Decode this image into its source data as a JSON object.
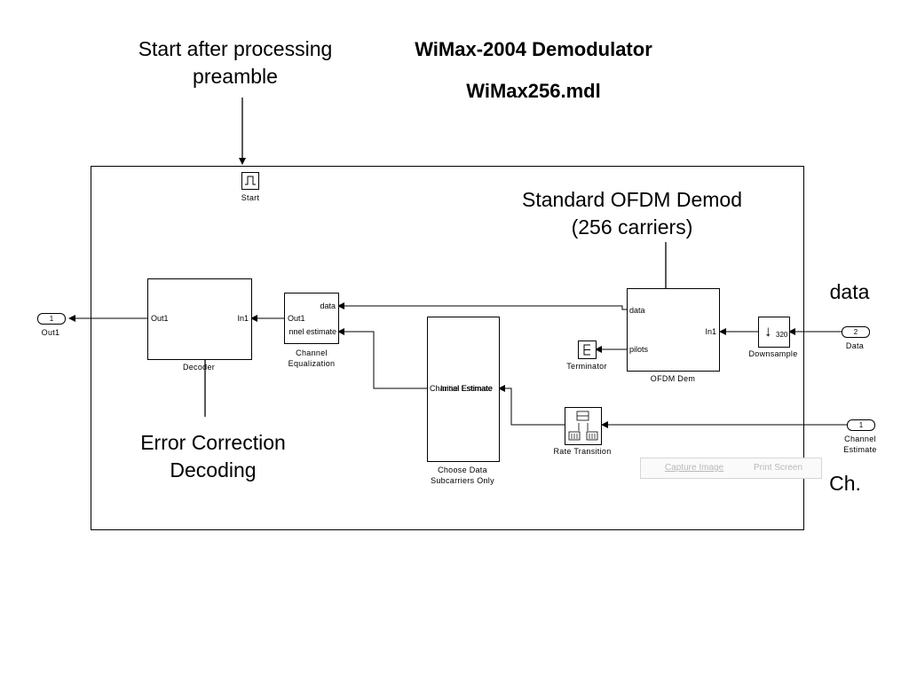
{
  "header": {
    "title": "WiMax-2004 Demodulator",
    "subtitle": "WiMax256.mdl"
  },
  "annotations": {
    "start_note": "Start after processing preamble",
    "ofdm_note": "Standard OFDM Demod (256 carriers)",
    "decoding_note": "Error Correction Decoding",
    "data_note": "data",
    "ch_note": "Ch."
  },
  "blocks": {
    "start": {
      "label": "Start"
    },
    "decoder": {
      "label": "Decoder",
      "in_port": "In1",
      "out_port": "Out1"
    },
    "channel_eq": {
      "label": "Channel Equalization",
      "port_data": "data",
      "port_out": "Out1",
      "port_chest": "nnel estimate"
    },
    "choose_data": {
      "label": "Choose Data Subcarriers Only",
      "port_in": "Channel Estimate",
      "port_in_overlap": "Initial Estimate"
    },
    "ofdm_dem": {
      "label": "OFDM Dem",
      "port_data": "data",
      "port_pilots": "pilots",
      "port_in": "In1"
    },
    "terminator": {
      "label": "Terminator"
    },
    "downsample": {
      "label": "Downsample",
      "factor": "320",
      "arrow_glyph": "↓"
    },
    "rate_transition": {
      "label": "Rate Transition"
    }
  },
  "ports": {
    "out1": {
      "number": "1",
      "label": "Out1"
    },
    "data_in": {
      "number": "2",
      "label": "Data"
    },
    "chest_in": {
      "number": "1",
      "label": "Channel Estimate"
    }
  },
  "context_menu": {
    "capture": "Capture Image",
    "print": "Print Screen"
  }
}
